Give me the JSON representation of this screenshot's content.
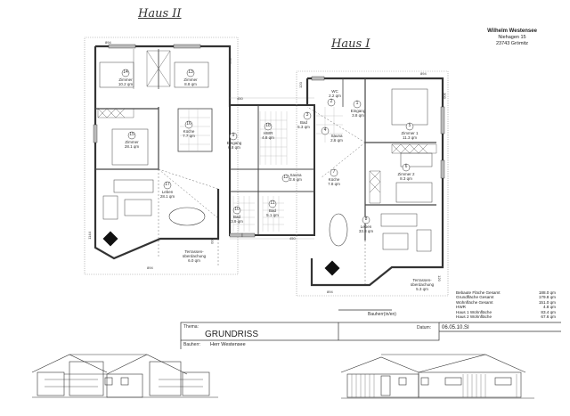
{
  "headings": {
    "haus2": "Haus II",
    "haus1": "Haus I"
  },
  "address": {
    "name": "Wilhelm Westensee",
    "street": "Niehagen 15",
    "city": "23743 Grömitz"
  },
  "dimensions": {
    "haus2_top": "894",
    "haus2_right": "300",
    "haus2_left": "1144",
    "haus2_bottom": "894",
    "haus2_terrace_right": "300",
    "connector_top": "450",
    "connector_bottom": "450",
    "haus1_top": "894",
    "haus1_left": "120",
    "haus1_right": "300",
    "haus1_bottom": "894",
    "haus1_terrace_right": "120"
  },
  "rooms": [
    {
      "id": "1",
      "name": "Eingang",
      "area": "3.8 qm"
    },
    {
      "id": "2",
      "name": "WC",
      "area": "2.2 qm"
    },
    {
      "id": "3",
      "name": "Bad",
      "area": "5.3 qm"
    },
    {
      "id": "4",
      "name": "Sauna",
      "area": "2.6 qm"
    },
    {
      "id": "5",
      "name": "Zimmer 1",
      "area": "11.3 qm"
    },
    {
      "id": "6",
      "name": "Zimmer 2",
      "area": "8.3 qm"
    },
    {
      "id": "7",
      "name": "Küche",
      "area": "7.8 qm"
    },
    {
      "id": "8",
      "name": "Leben",
      "area": "33.8 qm"
    },
    {
      "id": "9",
      "name": "Eingang",
      "area": "6.8 qm"
    },
    {
      "id": "10",
      "name": "Bad",
      "area": "3.9 qm"
    },
    {
      "id": "11",
      "name": "Bad",
      "area": "5.1 qm"
    },
    {
      "id": "12",
      "name": "Sauna",
      "area": "2.6 qm"
    },
    {
      "id": "13",
      "name": "Zimmer",
      "area": "8.8 qm"
    },
    {
      "id": "14",
      "name": "Zimmer",
      "area": "8.8 qm"
    },
    {
      "id": "15",
      "name": "Zimmer",
      "area": "10.2 qm"
    },
    {
      "id": "16",
      "name": "Küche",
      "area": "7.7 qm"
    },
    {
      "id": "17",
      "name": "Leben",
      "area": "28.1 qm"
    },
    {
      "id": "18",
      "name": "HWR",
      "area": "4.8 qm"
    }
  ],
  "terraces": [
    {
      "name": "Terrassen-\nüberdachung",
      "area": "6.0 qm"
    },
    {
      "name": "Terrassen-\nüberdachung",
      "area": "5.3 qm"
    }
  ],
  "area_summary": [
    {
      "label": "Bebaute Fläche Gesamt",
      "value": "188.0 qm"
    },
    {
      "label": "Grundfläche Gesamt",
      "value": "179.8 qm"
    },
    {
      "label": "Wohnfläche Gesamt",
      "value": "151.0 qm"
    },
    {
      "label": "HWR",
      "value": "4.8 qm"
    },
    {
      "label": "Haus 1 Wohnfläche",
      "value": "83.4 qm"
    },
    {
      "label": "Haus 2 Wohnfläche",
      "value": "67.6 qm"
    }
  ],
  "title_block": {
    "bauherr_signature_label": "Bauherr(in/en)",
    "thema_label": "Thema:",
    "thema_value": "GRUNDRISS",
    "bauherr_label": "Bauherr:",
    "bauherr_value": "Herr Westensee",
    "datum_label": "Datum:",
    "datum_value": "06.05.10.SI"
  }
}
